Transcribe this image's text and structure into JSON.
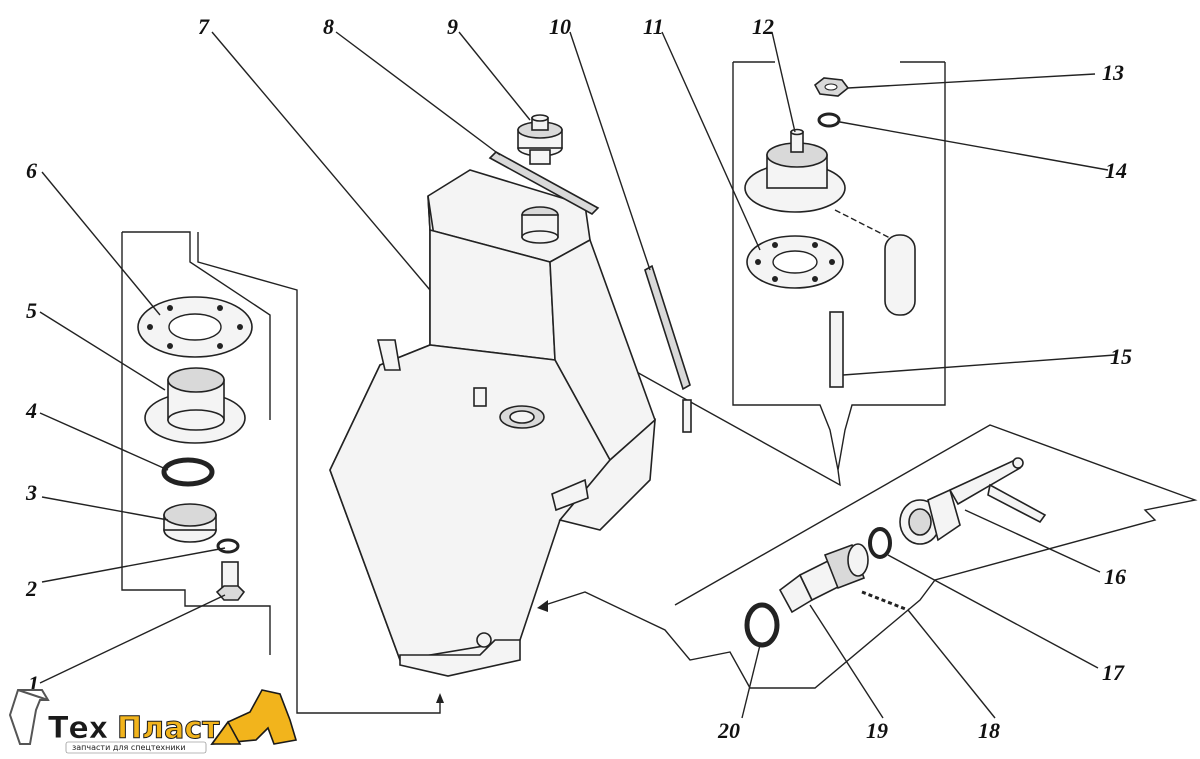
{
  "callouts": [
    "1",
    "2",
    "3",
    "4",
    "5",
    "6",
    "7",
    "8",
    "9",
    "10",
    "11",
    "12",
    "13",
    "14",
    "15",
    "16",
    "17",
    "18",
    "19",
    "20"
  ],
  "logo": {
    "brand_part1": "Тех",
    "brand_part2": "Пласт",
    "tagline": "запчасти для спецтехники",
    "colors": {
      "dark": "#1a1a1a",
      "accent": "#f2b41c",
      "outline": "#555555"
    }
  }
}
